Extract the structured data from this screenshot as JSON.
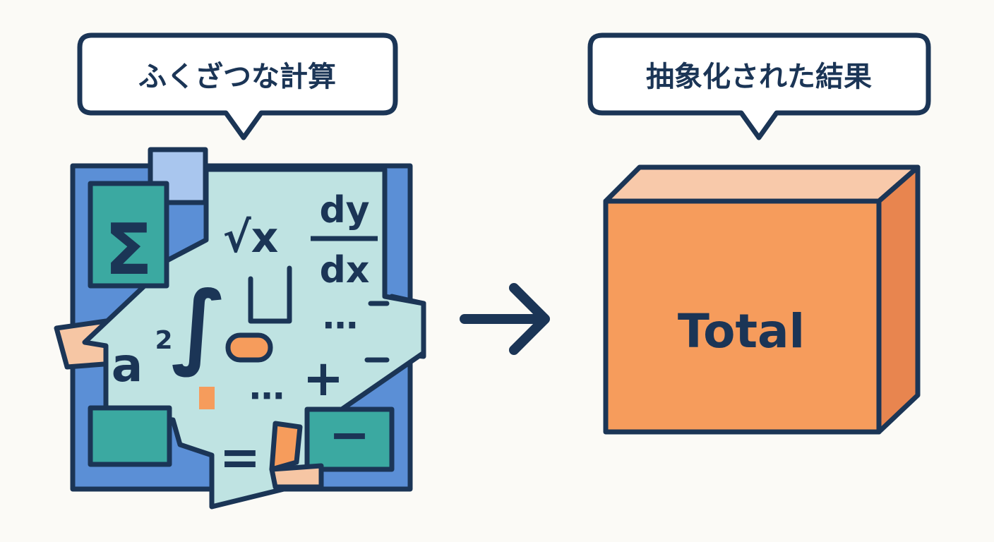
{
  "left_panel": {
    "caption": "ふくざつな計算",
    "symbols": {
      "sigma": "Σ",
      "sqrt": "√x",
      "dy": "dy",
      "dx": "dx",
      "a_squared_base": "a",
      "a_squared_exp": "2",
      "integral": "∫",
      "ellipsis_1": "⋯",
      "ellipsis_2": "⋯",
      "plus": "+",
      "equals": "=",
      "minus": "−"
    }
  },
  "arrow": {
    "icon": "arrow-right-icon"
  },
  "right_panel": {
    "caption": "抽象化された結果",
    "box_label": "Total"
  },
  "colors": {
    "outline": "#1b3556",
    "background": "#fbfaf6",
    "box_front": "#f69c5c",
    "box_top": "#f8c9aa",
    "box_side": "#e8854f",
    "blue": "#5b8fd6",
    "light_teal": "#bfe3e2",
    "teal": "#3ba9a1",
    "peach": "#f6c6a4"
  }
}
